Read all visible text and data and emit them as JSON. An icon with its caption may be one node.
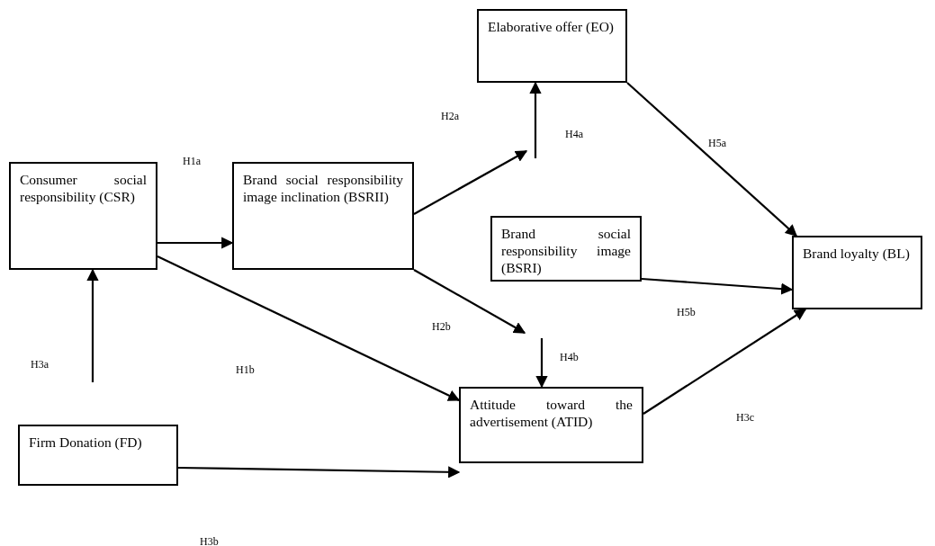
{
  "diagram": {
    "nodes": [
      {
        "text": [
          "Consumer social responsibility (CSR)"
        ]
      },
      {
        "text": [
          "Brand social responsibility image inclination (BSRII)"
        ]
      },
      {
        "text": [
          "Elaborative offer (EO)"
        ]
      },
      {
        "text": [
          "Brand social responsibility image (BSRI)"
        ]
      },
      {
        "text": [
          "Brand loyalty (BL)"
        ]
      },
      {
        "text": [
          "Attitude toward the advertisement (ATID)"
        ]
      },
      {
        "text": [
          "Firm Donation (FD)"
        ]
      }
    ],
    "edges": [
      {
        "from": 0,
        "to": 1,
        "arrow": "to"
      },
      {
        "from": 1,
        "to": null,
        "arrow": "to"
      },
      {
        "from": null,
        "to": 2,
        "arrow": "to"
      },
      {
        "from": 1,
        "to": null,
        "arrow": "to"
      },
      {
        "from": null,
        "to": 5,
        "arrow": "to"
      },
      {
        "from": 0,
        "to": 5,
        "arrow": "to"
      },
      {
        "from": 6,
        "to": 5,
        "arrow": "to"
      },
      {
        "from": null,
        "to": 0,
        "arrow": "to"
      },
      {
        "from": 2,
        "to": 4,
        "arrow": "to"
      },
      {
        "from": 3,
        "to": 4,
        "arrow": "to"
      },
      {
        "from": 5,
        "to": 4,
        "arrow": "to"
      }
    ],
    "labels": [
      "H2a",
      "H4a",
      "H5a",
      "H1a",
      "H5b",
      "H2b",
      "H4b",
      "H3a",
      "H1b",
      "H3c",
      "H3b"
    ]
  }
}
